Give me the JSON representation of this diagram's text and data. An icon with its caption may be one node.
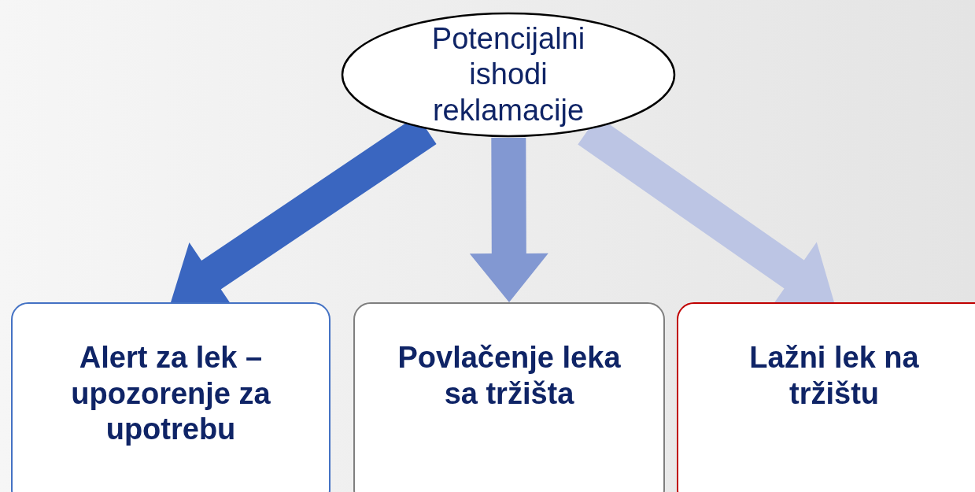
{
  "diagram": {
    "nodes": [
      {
        "text": [
          "Potencijalni ishodi reklamacije"
        ]
      },
      {
        "text": [
          "Alert za lek – upozorenje za upotrebu"
        ]
      },
      {
        "text": [
          "Povlačenje leka sa tržišta"
        ]
      },
      {
        "text": [
          "Lažni lek na tržištu"
        ]
      }
    ],
    "edges": [
      {
        "from": 0,
        "to": 1,
        "arrow": "to",
        "style": "thick",
        "color": "#3a66c0"
      },
      {
        "from": 0,
        "to": 2,
        "arrow": "to",
        "style": "thick",
        "color": "#8298d2"
      },
      {
        "from": 0,
        "to": 3,
        "arrow": "to",
        "style": "thick",
        "color": "#bcc5e4"
      }
    ]
  }
}
